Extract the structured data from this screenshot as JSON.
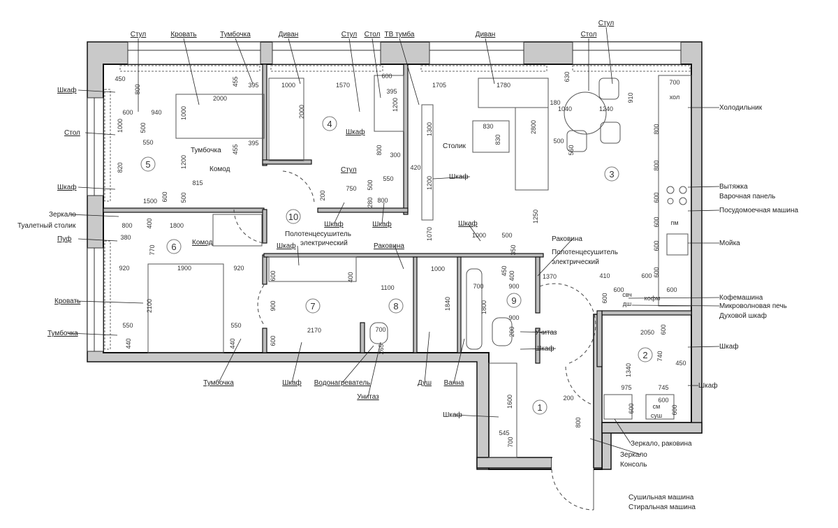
{
  "rooms": [
    "5",
    "4",
    "3",
    "10",
    "6",
    "7",
    "8",
    "9",
    "2",
    "1"
  ],
  "callouts": [
    "Стул",
    "Кровать",
    "Тумбочка",
    "Диван",
    "Стул",
    "Стол",
    "ТВ тумба",
    "Диван",
    "Стол",
    "Стул",
    "Шкаф",
    "Стол",
    "Шкаф",
    "Зеркало",
    "Туалетный столик",
    "Пуф",
    "Кровать",
    "Тумбочка",
    "Тумбочка",
    "Комод",
    "Комод",
    "Шкаф",
    "Стул",
    "Столик",
    "Шкаф",
    "Шкаф",
    "Шкаф",
    "Шкаф",
    "Полотенцесушитель",
    "электрический",
    "Шкаф",
    "Раковина",
    "Раковина",
    "Полотенцесушитель",
    "электрический",
    "Холодильник",
    "Вытяжка",
    "Варочная панель",
    "Посудомоечная машина",
    "Мойка",
    "Кофемашина",
    "Микроволновая печь",
    "Духовой шкаф",
    "Шкаф",
    "Шкаф",
    "Унитаз",
    "Шкаф",
    "Тумбочка",
    "Шкаф",
    "Водонагреватель",
    "Унитаз",
    "Душ",
    "Ванна",
    "Шкаф",
    "Зеркало, раковина",
    "Зеркало",
    "Консоль",
    "Сушильная машина",
    "Стиральная машина"
  ],
  "appliance_tags": [
    "хол",
    "пм",
    "свч",
    "кофм",
    "дш",
    "см",
    "суш"
  ],
  "dimensions": [
    "450",
    "800",
    "600",
    "940",
    "1000",
    "500",
    "550",
    "2000",
    "1000",
    "455",
    "395",
    "455",
    "395",
    "1200",
    "820",
    "815",
    "1500",
    "600",
    "500",
    "1000",
    "2000",
    "1570",
    "600",
    "395",
    "1200",
    "800",
    "300",
    "550",
    "500",
    "750",
    "200",
    "280",
    "800",
    "1705",
    "1780",
    "1300",
    "830",
    "830",
    "2800",
    "1200",
    "420",
    "1250",
    "1070",
    "1000",
    "500",
    "350",
    "630",
    "180",
    "1040",
    "1240",
    "500",
    "560",
    "700",
    "910",
    "800",
    "800",
    "600",
    "600",
    "600",
    "600",
    "410",
    "600",
    "600",
    "600",
    "600",
    "1370",
    "800",
    "400",
    "1800",
    "380",
    "770",
    "920",
    "1900",
    "920",
    "2100",
    "550",
    "440",
    "550",
    "440",
    "600",
    "400",
    "1100",
    "900",
    "2170",
    "600",
    "700",
    "265",
    "1000",
    "1840",
    "450",
    "400",
    "700",
    "900",
    "1800",
    "900",
    "200",
    "2050",
    "600",
    "740",
    "450",
    "1340",
    "975",
    "745",
    "200",
    "600",
    "600",
    "600",
    "1600",
    "545",
    "700",
    "800"
  ]
}
